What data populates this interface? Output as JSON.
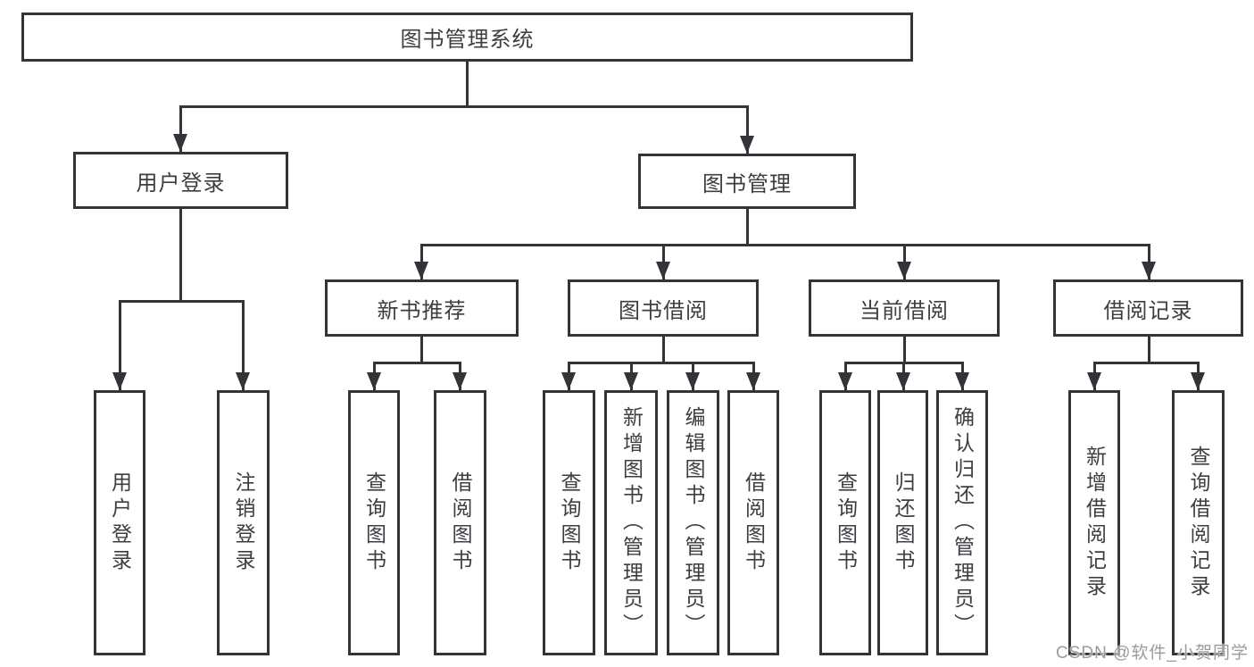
{
  "nodes": {
    "root": {
      "label": "图书管理系统"
    },
    "level2": [
      {
        "label": "用户登录"
      },
      {
        "label": "图书管理"
      }
    ],
    "level3": [
      {
        "label": "新书推荐"
      },
      {
        "label": "图书借阅"
      },
      {
        "label": "当前借阅"
      },
      {
        "label": "借阅记录"
      }
    ],
    "leaves_user": [
      {
        "label": "用户登录"
      },
      {
        "label": "注销登录"
      }
    ],
    "leaves_newbook": [
      {
        "label": "查询图书"
      },
      {
        "label": "借阅图书"
      }
    ],
    "leaves_borrow": [
      {
        "label": "查询图书"
      },
      {
        "label": "新增图书（管理员）"
      },
      {
        "label": "编辑图书（管理员）"
      },
      {
        "label": "借阅图书"
      }
    ],
    "leaves_current": [
      {
        "label": "查询图书"
      },
      {
        "label": "归还图书"
      },
      {
        "label": "确认归还（管理员）"
      }
    ],
    "leaves_records": [
      {
        "label": "新增借阅记录"
      },
      {
        "label": "查询借阅记录"
      }
    ]
  },
  "watermark": {
    "text": "CSDN @软件_小贺同学"
  },
  "colors": {
    "line": "#333338",
    "text": "#3d3d42",
    "background": "#ffffff",
    "watermark": "#9b9b9b"
  }
}
